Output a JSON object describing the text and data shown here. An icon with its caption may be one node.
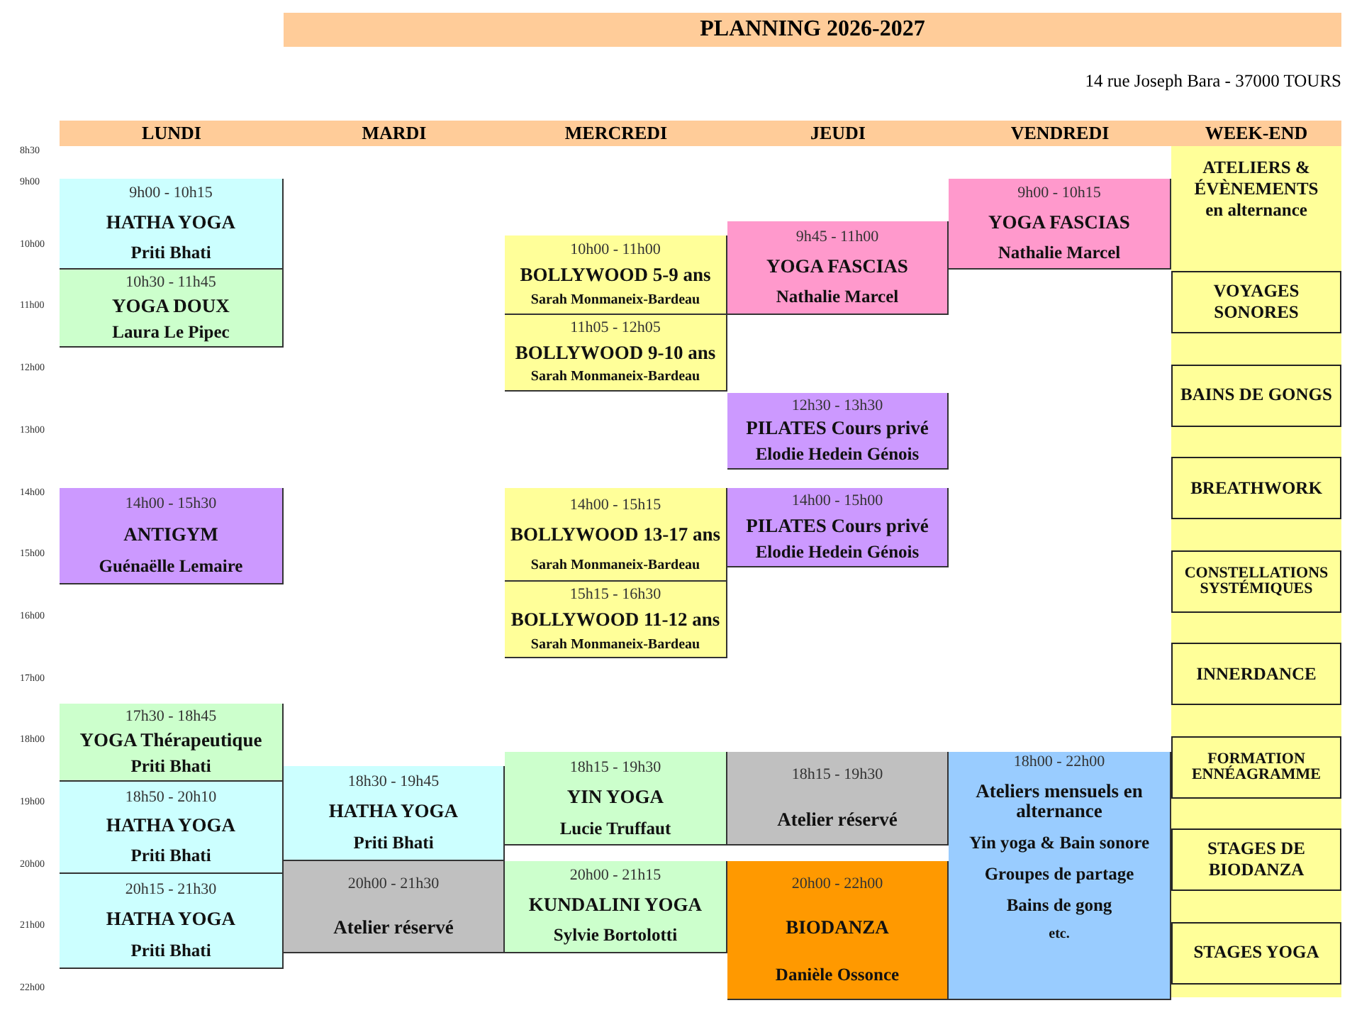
{
  "diagram": {
    "title": "PLANNING 2026-2027",
    "nodes": [
      {
        "text": [
          "9h00 - 10h15",
          "HATHA YOGA",
          "Priti Bhati"
        ]
      },
      {
        "text": [
          "10h30 - 11h45",
          "YOGA DOUX",
          "Laura Le Pipec"
        ]
      },
      {
        "text": [
          "14h00 - 15h30",
          "ANTIGYM",
          "Guénaëlle Lemaire"
        ]
      },
      {
        "text": [
          "17h30 - 18h45",
          "YOGA Thérapeutique",
          "Priti Bhati"
        ]
      },
      {
        "text": [
          "18h50 - 20h10",
          "HATHA YOGA",
          "Priti Bhati"
        ]
      },
      {
        "text": [
          "20h15 - 21h30",
          "HATHA YOGA",
          "Priti Bhati"
        ]
      },
      {
        "text": [
          "18h30 - 19h45",
          "HATHA YOGA",
          "Priti Bhati"
        ]
      },
      {
        "text": [
          "20h00 - 21h30",
          "Atelier réservé"
        ]
      },
      {
        "text": [
          "10h00 - 11h00",
          "BOLLYWOOD 5-9 ans",
          "Sarah Monmaneix-Bardeau"
        ]
      },
      {
        "text": [
          "11h05 - 12h05",
          "BOLLYWOOD 9-10 ans",
          "Sarah Monmaneix-Bardeau"
        ]
      },
      {
        "text": [
          "14h00 - 15h15",
          "BOLLYWOOD 13-17 ans",
          "Sarah Monmaneix-Bardeau"
        ]
      },
      {
        "text": [
          "15h15 - 16h30",
          "BOLLYWOOD 11-12 ans",
          "Sarah Monmaneix-Bardeau"
        ]
      },
      {
        "text": [
          "18h15 - 19h30",
          "YIN YOGA",
          "Lucie Truffaut"
        ]
      },
      {
        "text": [
          "20h00 - 21h15",
          "KUNDALINI YOGA",
          "Sylvie Bortolotti"
        ]
      },
      {
        "text": [
          "9h45 - 11h00",
          "YOGA FASCIAS",
          "Nathalie Marcel"
        ]
      },
      {
        "text": [
          "12h30 - 13h30",
          "PILATES Cours privé",
          "Elodie Hedein Génois"
        ]
      },
      {
        "text": [
          "14h00 - 15h00",
          "PILATES Cours privé",
          "Elodie Hedein Génois"
        ]
      },
      {
        "text": [
          "18h15 - 19h30",
          "Atelier réservé"
        ]
      },
      {
        "text": [
          "20h00 - 22h00",
          "BIODANZA",
          "Danièle Ossonce"
        ]
      },
      {
        "text": [
          "9h00 - 10h15",
          "YOGA FASCIAS",
          "Nathalie Marcel"
        ]
      },
      {
        "text": [
          "18h00 - 22h00",
          "Ateliers mensuels en alternance",
          "Yin yoga & Bain sonore",
          "Groupes de partage",
          "Bains de gong",
          "etc."
        ]
      },
      {
        "text": [
          "ATELIERS & ÉVÈNEMENTS",
          "en alternance"
        ]
      },
      {
        "text": [
          "VOYAGES SONORES"
        ],
        "in": 21
      },
      {
        "text": [
          "BAINS DE GONGS"
        ],
        "in": 21
      },
      {
        "text": [
          "BREATHWORK"
        ],
        "in": 21
      },
      {
        "text": [
          "CONSTELLATIONS SYSTÉMIQUES"
        ],
        "in": 21
      },
      {
        "text": [
          "INNERDANCE"
        ],
        "in": 21
      },
      {
        "text": [
          "FORMATION ENNÉAGRAMME"
        ],
        "in": 21
      },
      {
        "text": [
          "STAGES DE BIODANZA"
        ],
        "in": 21
      },
      {
        "text": [
          "STAGES YOGA"
        ],
        "in": 21
      }
    ],
    "edges": [],
    "labels": [
      "14 rue Joseph Bara - 37000 TOURS",
      "LUNDI",
      "MARDI",
      "MERCREDI",
      "JEUDI",
      "VENDREDI",
      "WEEK-END",
      "8h30",
      "9h00",
      "10h00",
      "11h00",
      "12h00",
      "13h00",
      "14h00",
      "15h00",
      "16h00",
      "17h00",
      "18h00",
      "19h00",
      "20h00",
      "21h00",
      "22h00"
    ]
  }
}
